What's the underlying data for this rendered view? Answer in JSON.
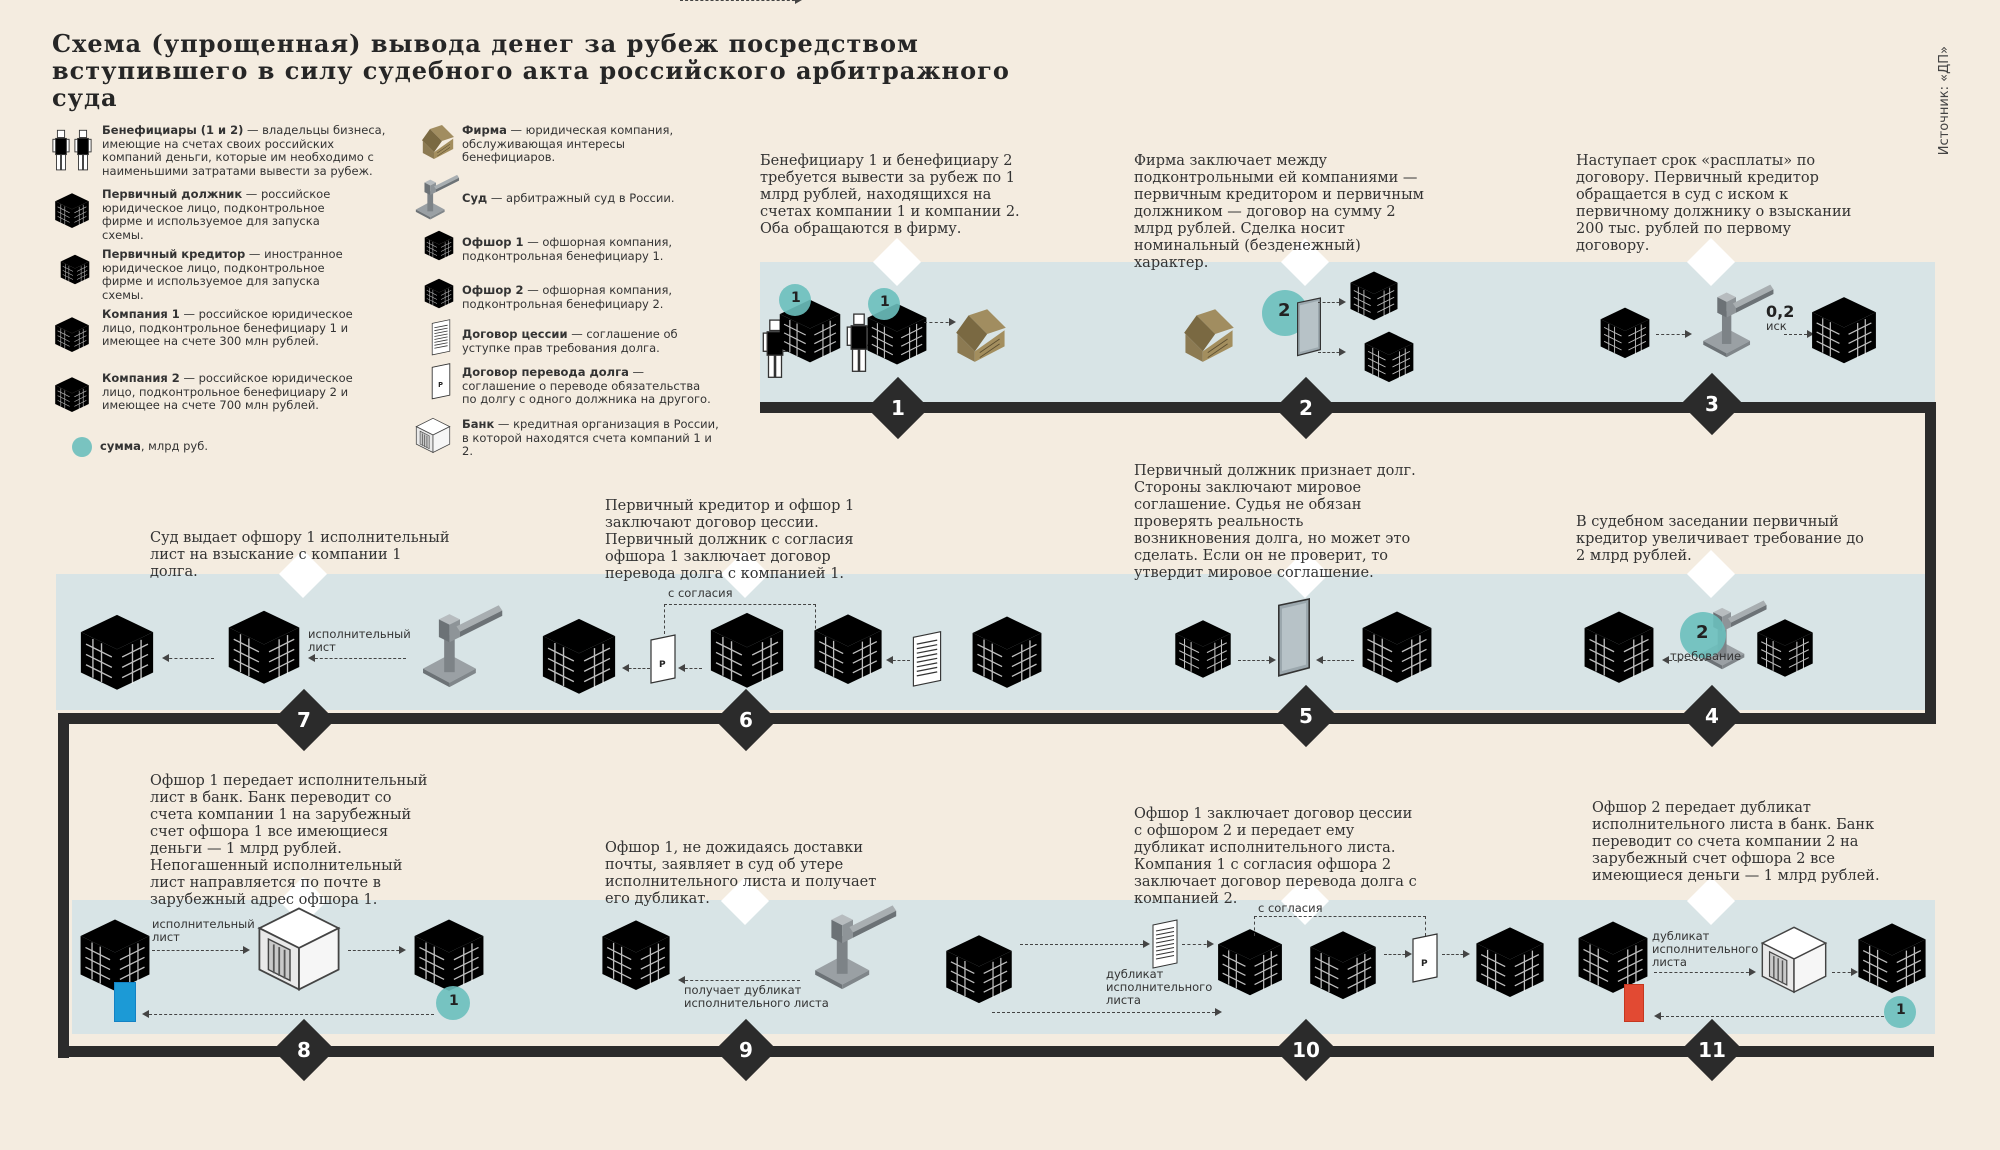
{
  "title": "Схема (упрощенная) вывода денег за рубеж посредством вступившего в силу судебного акта российского арбитражного суда",
  "source": "Источник: «ДП»",
  "colors": {
    "blue": "#1c9ad6",
    "red": "#e24a33",
    "gray": "#8a949c",
    "brown": "#8c7a52",
    "teal": "#6bbfbd",
    "band": "#d8e4e6",
    "track": "#2b2b2b",
    "bg": "#f4ece0"
  },
  "legend": {
    "beneficiaries": {
      "term": "Бенефициары (1 и 2)",
      "text": " — владельцы бизнеса, имеющие на счетах своих российских компаний деньги, которые им необходимо с наименьшими затратами вывести за рубеж."
    },
    "debtor": {
      "term": "Первичный должник",
      "text": " — российское юридическое лицо, подконтрольное фирме и используемое для запуска схемы."
    },
    "creditor": {
      "term": "Первичный кредитор",
      "text": " — иностранное юридическое лицо, подконтрольное фирме и используемое для запуска схемы."
    },
    "company1": {
      "term": "Компания 1",
      "text": " — российское юридическое лицо, подконтрольное бенефициару 1 и имеющее на счете 300 млн рублей."
    },
    "company2": {
      "term": "Компания 2",
      "text": " — российское юридическое лицо, подконтрольное бенефициару 2 и имеющее на счете 700 млн рублей."
    },
    "sum": {
      "term": "сумма",
      "text": ", млрд руб."
    },
    "firm": {
      "term": "Фирма",
      "text": " — юридическая компания, обслуживающая интересы бенефициаров."
    },
    "court": {
      "term": "Суд",
      "text": " — арбитражный суд в России."
    },
    "offshore1": {
      "term": "Офшор 1",
      "text": " — офшорная компания, подконтрольная бенефициару 1."
    },
    "offshore2": {
      "term": "Офшор 2",
      "text": " — офшорная компания, подконтрольная бенефициару 2."
    },
    "cession": {
      "term": "Договор цессии",
      "text": " — соглашение об уступке прав требования долга."
    },
    "transfer": {
      "term": "Договор перевода долга",
      "text": " — соглашение о переводе обязательства по долгу с одного должника на другого."
    },
    "bank": {
      "term": "Банк",
      "text": " — кредитная организация в России, в которой находятся счета компаний 1 и 2."
    }
  },
  "steps": [
    {
      "num": "1",
      "text": "Бенефициару 1 и бенефициару 2 требуется вывести за рубеж по 1 млрд рублей, находящихся на счетах компании 1 и компании 2. Оба обращаются в фирму."
    },
    {
      "num": "2",
      "text": "Фирма заключает между подконтрольными ей компаниями — первичным кредитором и первичным должником — договор на сумму 2 млрд рублей. Сделка носит номинальный (безденежный) характер."
    },
    {
      "num": "3",
      "text": "Наступает срок «расплаты» по договору. Первичный кредитор обращается в суд с иском к первичному должнику о взыскании 200 тыс. рублей по первому договору."
    },
    {
      "num": "4",
      "text": "В судебном заседании первичный кредитор увеличивает требование до 2 млрд рублей."
    },
    {
      "num": "5",
      "text": "Первичный должник признает долг. Стороны заключают мировое соглашение. Судья не обязан проверять реальность возникновения долга, но может это сделать. Если он не проверит, то утвердит мировое соглашение."
    },
    {
      "num": "6",
      "text": "Первичный кредитор и офшор 1 заключают договор цессии. Первичный должник с согласия офшора 1 заключает договор перевода долга с компанией 1."
    },
    {
      "num": "7",
      "text": "Суд выдает офшору 1 исполнительный лист на взыскание с компании 1 долга."
    },
    {
      "num": "8",
      "text": "Офшор 1 передает исполнительный лист в банк. Банк переводит со счета компании 1 на зарубежный счет офшора 1 все имеющиеся деньги — 1 млрд рублей. Непогашенный исполнительный лист направляется по почте в зарубежный адрес офшора 1."
    },
    {
      "num": "9",
      "text": "Офшор 1, не дожидаясь доставки почты, заявляет в суд об утере исполнительного листа и получает его дубликат."
    },
    {
      "num": "10",
      "text": "Офшор 1 заключает договор цессии с офшором 2 и передает ему дубликат исполнительного листа. Компания 1 с согласия офшора 2 заключает договор перевода долга с компанией 2."
    },
    {
      "num": "11",
      "text": "Офшор 2 передает дубликат исполнительного листа в банк. Банк переводит со счета компании 2 на зарубежный счет офшора 2 все имеющиеся деньги — 1 млрд рублей."
    }
  ],
  "labels": {
    "one": "1",
    "two": "2",
    "zero_two": "0,2",
    "isk": "иск",
    "trebovanie": "требование",
    "ispoln_list": "исполнительный лист",
    "s_soglasiya": "с согласия",
    "poluchaet_dublikat": "получает дубликат исполнительного листа",
    "dublikat_ispoln_lista": "дубликат исполнительного листа",
    "p": "P"
  }
}
